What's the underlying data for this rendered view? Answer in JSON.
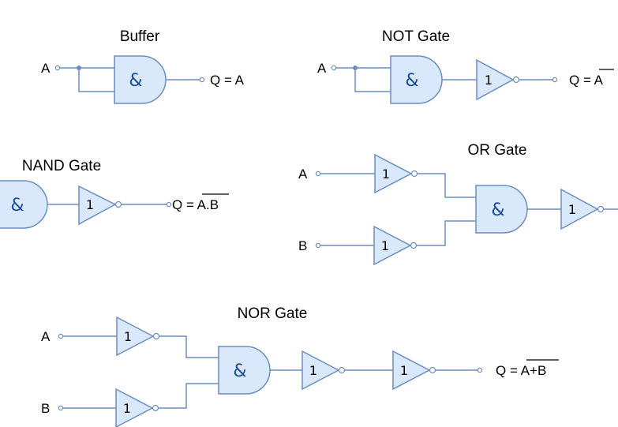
{
  "symbols": {
    "and": "&",
    "not": "1"
  },
  "buffer": {
    "title": "Buffer",
    "input": "A",
    "output_prefix": "Q = ",
    "output_expr": "A"
  },
  "not_gate": {
    "title": "NOT Gate",
    "input": "A",
    "output_prefix": "Q = ",
    "output_expr": "A"
  },
  "nand_gate": {
    "title": "NAND Gate",
    "output_prefix": "Q = ",
    "output_expr": "A.B"
  },
  "or_gate": {
    "title": "OR Gate",
    "input_a": "A",
    "input_b": "B"
  },
  "nor_gate": {
    "title": "NOR Gate",
    "input_a": "A",
    "input_b": "B",
    "output_prefix": "Q = ",
    "output_expr": "A+B"
  }
}
